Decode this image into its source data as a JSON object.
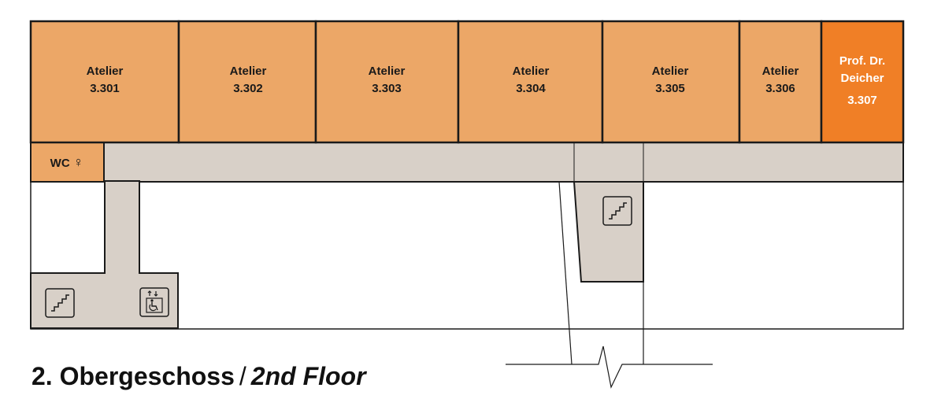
{
  "floor": {
    "title_de": "2. Obergeschoss",
    "separator": "/",
    "title_en": "2nd Floor"
  },
  "rooms": [
    {
      "name": "Atelier",
      "number": "3.301"
    },
    {
      "name": "Atelier",
      "number": "3.302"
    },
    {
      "name": "Atelier",
      "number": "3.303"
    },
    {
      "name": "Atelier",
      "number": "3.304"
    },
    {
      "name": "Atelier",
      "number": "3.305"
    },
    {
      "name": "Atelier",
      "number": "3.306"
    },
    {
      "name_line1": "Prof. Dr.",
      "name_line2": "Deicher",
      "number": "3.307",
      "highlighted": true
    }
  ],
  "wc": {
    "label": "WC",
    "symbol": "♀"
  },
  "icons": {
    "stairs_upper": "stairs-icon",
    "stairs_lower": "stairs-icon",
    "elevator": "accessible-elevator-icon"
  },
  "colors": {
    "room": "#eca767",
    "room_highlight": "#f07f26",
    "corridor": "#d8d0c8",
    "wall": "#1a1a1a"
  }
}
